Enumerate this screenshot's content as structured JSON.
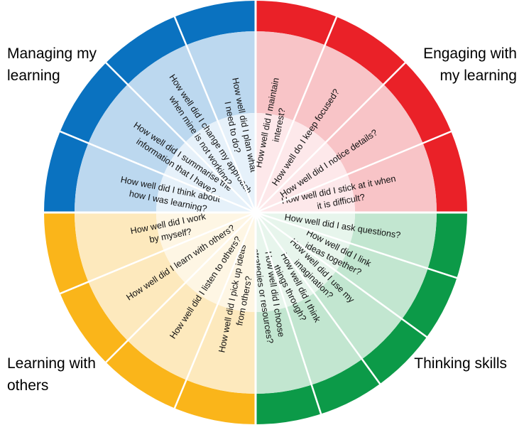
{
  "quadrants": [
    {
      "id": "managing",
      "title_lines": [
        "Managing my",
        "learning"
      ],
      "ring_color": "#0a72c0",
      "fill_outer": "#bcd8ef",
      "fill_inner": "#e6f1fa",
      "questions": [
        [
          "How well did I plan what",
          "I need to do?"
        ],
        [
          "How well did I change my approach",
          "when mine is not working?"
        ],
        [
          "How well did I summarise the",
          "information that I have?"
        ],
        [
          "How well did I think about",
          "how I was learning?"
        ]
      ]
    },
    {
      "id": "engaging",
      "title_lines": [
        "Engaging with",
        "my learning"
      ],
      "ring_color": "#ea2128",
      "fill_outer": "#f8c4c7",
      "fill_inner": "#fde8ea",
      "questions": [
        [
          "How well did I maintain",
          "interest?"
        ],
        [
          "How well do I keep focused?"
        ],
        [
          "How well did I notice details?"
        ],
        [
          "How well did I stick at it when",
          "it is difficult?"
        ]
      ]
    },
    {
      "id": "thinking",
      "title_lines": [
        "Thinking skills"
      ],
      "ring_color": "#0c9a48",
      "fill_outer": "#c2e6d0",
      "fill_inner": "#e7f5ec",
      "questions": [
        [
          "How well did I ask questions?"
        ],
        [
          "How well did I link",
          "ideas together?"
        ],
        [
          "How well did I use my",
          "imagination?"
        ],
        [
          "How well did I think",
          "things through?"
        ],
        [
          "How well did I choose",
          "strategies or resources?"
        ]
      ]
    },
    {
      "id": "others",
      "title_lines": [
        "Learning with",
        "others"
      ],
      "ring_color": "#fab51a",
      "fill_outer": "#fde9bd",
      "fill_inner": "#fef6e4",
      "questions": [
        [
          "How well did I pick up ideas",
          "from others?"
        ],
        [
          "How well did I listen to others?"
        ],
        [
          "How well did I learn with others?"
        ],
        [
          "How well did I work",
          "by myself?"
        ]
      ]
    }
  ]
}
